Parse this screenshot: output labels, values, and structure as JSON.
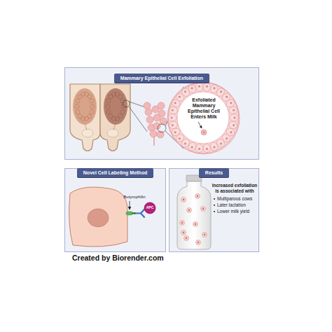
{
  "diagram": {
    "nodes": [
      {
        "text": [
          "Mammary Epithelial Cell Exfoliation"
        ]
      },
      {
        "text": [
          "Exfoliated Mammary Epithelial Cell Enters Milk"
        ],
        "in": 0
      },
      {
        "text": [
          "Novel Cell Labeling Method"
        ]
      },
      {
        "text": [
          "APC"
        ],
        "in": 2
      },
      {
        "text": [
          "Results",
          "Increased exfoliation is associated with",
          "Multiparous cows",
          "Later lactation",
          "Lower milk yield"
        ]
      }
    ],
    "labels": [
      "Butyrophilin",
      "Created by Biorender.com"
    ]
  }
}
